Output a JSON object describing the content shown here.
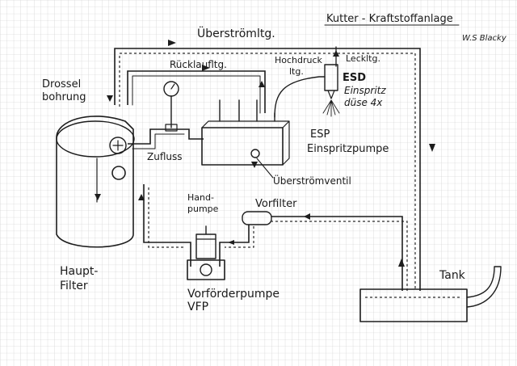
{
  "diagram": {
    "title": "Kutter - Kraftstoffanlage",
    "author": "W.S Blacky",
    "labels": {
      "uberstrom_line": "Überströmltg.",
      "ruecklauf": "Rücklaufltg.",
      "hochdruck_1": "Hochdruck",
      "hochdruck_2": "ltg.",
      "leck": "Leckltg.",
      "esd_abbr": "ESD",
      "esd_1": "Einspritz",
      "esd_2": "düse 4x",
      "drossel_1": "Drossel",
      "drossel_2": "bohrung",
      "esp_abbr": "ESP",
      "esp_full": "Einspritzpumpe",
      "zufluss": "Zufluss",
      "uberstromventil": "Überströmventil",
      "hand_1": "Hand-",
      "hand_2": "pumpe",
      "vorfilter": "Vorfilter",
      "tank": "Tank",
      "haupt_1": "Haupt-",
      "haupt_2": "Filter",
      "vfp_1": "Vorförderpumpe",
      "vfp_2": "VFP"
    }
  }
}
